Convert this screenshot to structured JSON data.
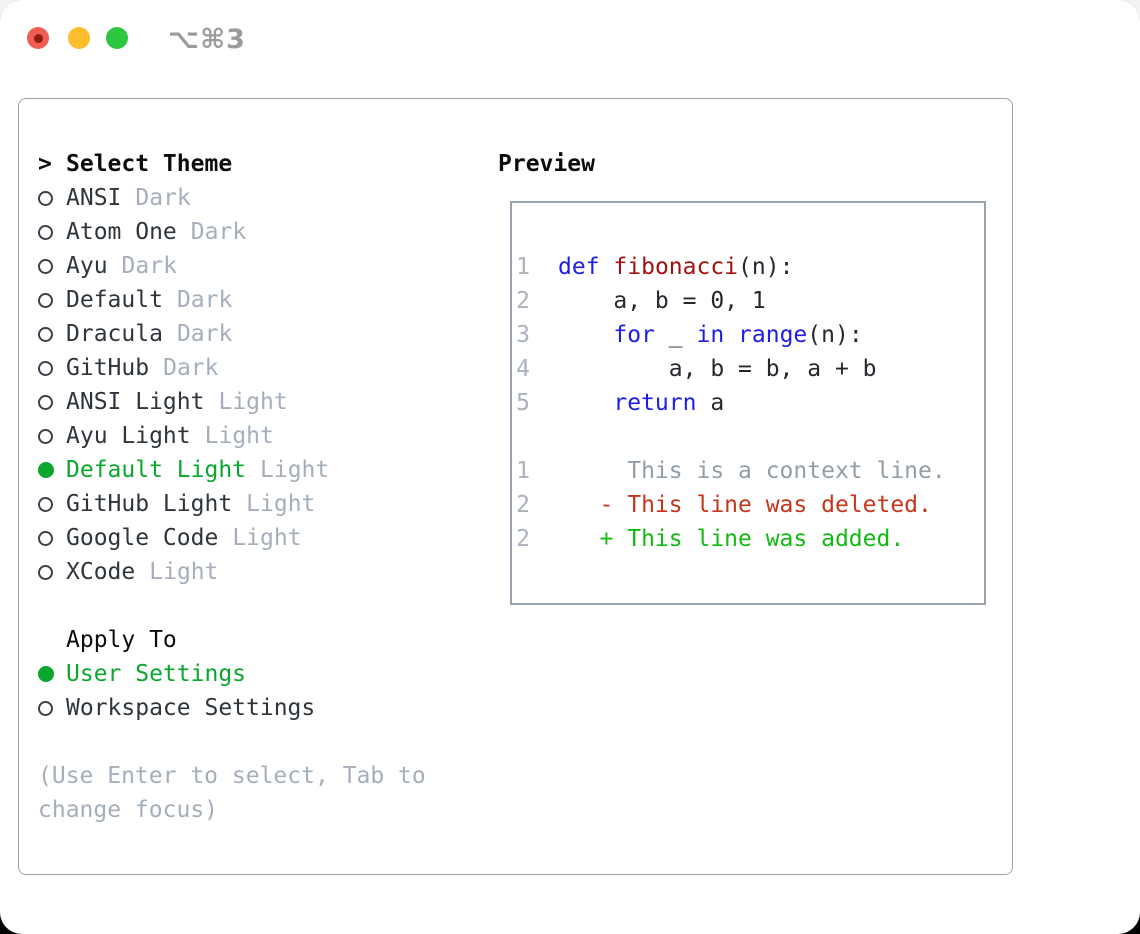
{
  "window": {
    "title_shortcut": "⌥⌘3"
  },
  "colors": {
    "text": "#2f353d",
    "heading": "#0b0d0f",
    "muted": "#a5aebb",
    "border": "#99a2ad",
    "accent_green": "#0ba62e",
    "traffic_red": "#f05c51",
    "traffic_red_dot": "#8c1d13",
    "traffic_yellow": "#fcbd2f",
    "traffic_green": "#2ec63f",
    "shortcut_gray": "#9b9b9b",
    "line_number": "#a9b2bd",
    "code_text": "#24292f",
    "keyword_blue": "#1d1de4",
    "function_red": "#a31212",
    "context_gray": "#939da8",
    "diff_deleted": "#c5361d",
    "diff_added": "#12ba12"
  },
  "theme_picker": {
    "pointer": ">",
    "title": "Select Theme",
    "items": [
      {
        "name": "ANSI",
        "tag": "Dark",
        "selected": false
      },
      {
        "name": "Atom One",
        "tag": "Dark",
        "selected": false
      },
      {
        "name": "Ayu",
        "tag": "Dark",
        "selected": false
      },
      {
        "name": "Default",
        "tag": "Dark",
        "selected": false
      },
      {
        "name": "Dracula",
        "tag": "Dark",
        "selected": false
      },
      {
        "name": "GitHub",
        "tag": "Dark",
        "selected": false
      },
      {
        "name": "ANSI Light",
        "tag": "Light",
        "selected": false
      },
      {
        "name": "Ayu Light",
        "tag": "Light",
        "selected": false
      },
      {
        "name": "Default Light",
        "tag": "Light",
        "selected": true
      },
      {
        "name": "GitHub Light",
        "tag": "Light",
        "selected": false
      },
      {
        "name": "Google Code",
        "tag": "Light",
        "selected": false
      },
      {
        "name": "XCode",
        "tag": "Light",
        "selected": false
      }
    ]
  },
  "apply_to": {
    "title": "Apply To",
    "options": [
      {
        "label": "User Settings",
        "selected": true
      },
      {
        "label": "Workspace Settings",
        "selected": false
      }
    ]
  },
  "hint": {
    "lines": [
      "(Use Enter to select, Tab to",
      "change focus)"
    ]
  },
  "preview": {
    "title": "Preview",
    "lines": [
      {
        "num": "1",
        "segs": [
          {
            "t": "def",
            "k": "kw"
          },
          {
            "t": " ",
            "k": "pl"
          },
          {
            "t": "fibonacci",
            "k": "fn"
          },
          {
            "t": "(n):",
            "k": "pl"
          }
        ]
      },
      {
        "num": "2",
        "segs": [
          {
            "t": "    a, b = 0, 1",
            "k": "pl"
          }
        ]
      },
      {
        "num": "3",
        "segs": [
          {
            "t": "    ",
            "k": "pl"
          },
          {
            "t": "for",
            "k": "kw"
          },
          {
            "t": " _ ",
            "k": "pl"
          },
          {
            "t": "in",
            "k": "kw"
          },
          {
            "t": " ",
            "k": "pl"
          },
          {
            "t": "range",
            "k": "kw"
          },
          {
            "t": "(n):",
            "k": "pl"
          }
        ]
      },
      {
        "num": "4",
        "segs": [
          {
            "t": "        a, b = b, a + b",
            "k": "pl"
          }
        ]
      },
      {
        "num": "5",
        "segs": [
          {
            "t": "    ",
            "k": "pl"
          },
          {
            "t": "return",
            "k": "kw"
          },
          {
            "t": " a",
            "k": "pl"
          }
        ]
      },
      {
        "num": "",
        "segs": []
      },
      {
        "num": "1",
        "segs": [
          {
            "t": "     This is a context line.",
            "k": "ctx"
          }
        ]
      },
      {
        "num": "2",
        "segs": [
          {
            "t": "   - This line was deleted.",
            "k": "del"
          }
        ]
      },
      {
        "num": "2",
        "segs": [
          {
            "t": "   + This line was added.",
            "k": "add"
          }
        ]
      }
    ]
  }
}
